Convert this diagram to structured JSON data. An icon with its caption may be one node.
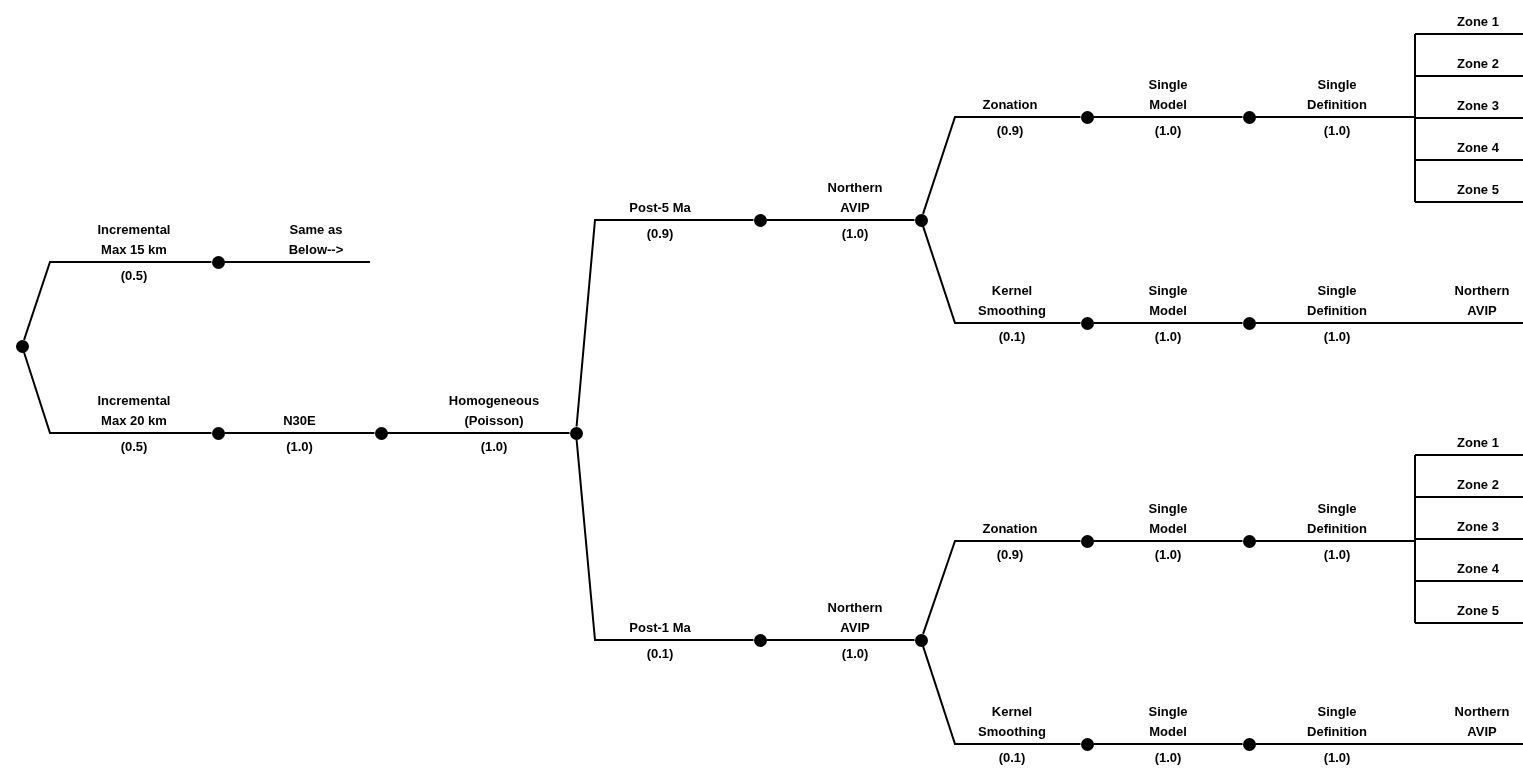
{
  "diagram": {
    "nodes": [
      {
        "text": [],
        "shape": "circle"
      },
      {
        "text": [],
        "shape": "circle"
      },
      {
        "text": [],
        "shape": "circle"
      },
      {
        "text": [],
        "shape": "circle"
      },
      {
        "text": [],
        "shape": "circle"
      },
      {
        "text": [],
        "shape": "circle"
      },
      {
        "text": [],
        "shape": "circle"
      },
      {
        "text": [],
        "shape": "circle"
      },
      {
        "text": [],
        "shape": "circle"
      },
      {
        "text": [],
        "shape": "circle"
      },
      {
        "text": [],
        "shape": "circle"
      },
      {
        "text": [],
        "shape": "circle"
      },
      {
        "text": [],
        "shape": "circle"
      },
      {
        "text": [],
        "shape": "circle"
      },
      {
        "text": [],
        "shape": "circle"
      },
      {
        "text": [],
        "shape": "circle"
      },
      {
        "text": [],
        "shape": "circle"
      },
      {
        "text": [
          "Zone 1",
          "Zone 2",
          "Zone 3",
          "Zone 4",
          "Zone 5"
        ]
      },
      {
        "text": [
          "Zone 1",
          "Zone 2",
          "Zone 3",
          "Zone 4",
          "Zone 5"
        ]
      }
    ],
    "edges": [
      {
        "from": 0,
        "to": 1,
        "arrow": "none",
        "label": "Incremental Max 15 km"
      },
      {
        "from": 1,
        "to": null,
        "arrow": "none",
        "label": "Same as Below-->"
      },
      {
        "from": 0,
        "to": 2,
        "arrow": "none",
        "label": "Incremental Max 20 km"
      },
      {
        "from": 2,
        "to": 3,
        "arrow": "none",
        "label": "N30E"
      },
      {
        "from": 3,
        "to": 4,
        "arrow": "none",
        "label": "Homogeneous (Poisson)"
      },
      {
        "from": 4,
        "to": 5,
        "arrow": "none",
        "label": "Post-5 Ma"
      },
      {
        "from": 5,
        "to": 6,
        "arrow": "none",
        "label": "Northern AVIP"
      },
      {
        "from": 6,
        "to": 7,
        "arrow": "none",
        "label": "Zonation"
      },
      {
        "from": 7,
        "to": 8,
        "arrow": "none",
        "label": "Single Model"
      },
      {
        "from": 8,
        "to": 17,
        "arrow": "none",
        "label": "Single Definition"
      },
      {
        "from": 6,
        "to": 9,
        "arrow": "none",
        "label": "Kernel Smoothing"
      },
      {
        "from": 9,
        "to": 10,
        "arrow": "none",
        "label": "Single Model"
      },
      {
        "from": 10,
        "to": null,
        "arrow": "none",
        "label": "Single Definition"
      },
      {
        "from": 4,
        "to": 11,
        "arrow": "none",
        "label": "Post-1 Ma"
      },
      {
        "from": 11,
        "to": 12,
        "arrow": "none",
        "label": "Northern AVIP"
      },
      {
        "from": 12,
        "to": 13,
        "arrow": "none",
        "label": "Zonation"
      },
      {
        "from": 13,
        "to": 14,
        "arrow": "none",
        "label": "Single Model"
      },
      {
        "from": 14,
        "to": 18,
        "arrow": "none",
        "label": "Single Definition"
      },
      {
        "from": 12,
        "to": 15,
        "arrow": "none",
        "label": "Kernel Smoothing"
      },
      {
        "from": 15,
        "to": 16,
        "arrow": "none",
        "label": "Single Model"
      },
      {
        "from": 16,
        "to": null,
        "arrow": "none",
        "label": "Single Definition"
      }
    ],
    "labels": [
      "(0.5)",
      "(0.5)",
      "(1.0)",
      "(1.0)",
      "(0.9)",
      "(1.0)",
      "(0.9)",
      "(1.0)",
      "(1.0)",
      "(0.1)",
      "(1.0)",
      "(1.0)",
      "(0.1)",
      "(1.0)",
      "(0.9)",
      "(1.0)",
      "(1.0)",
      "(0.1)",
      "(1.0)",
      "(1.0)",
      "Northern AVIP",
      "Northern AVIP"
    ]
  }
}
